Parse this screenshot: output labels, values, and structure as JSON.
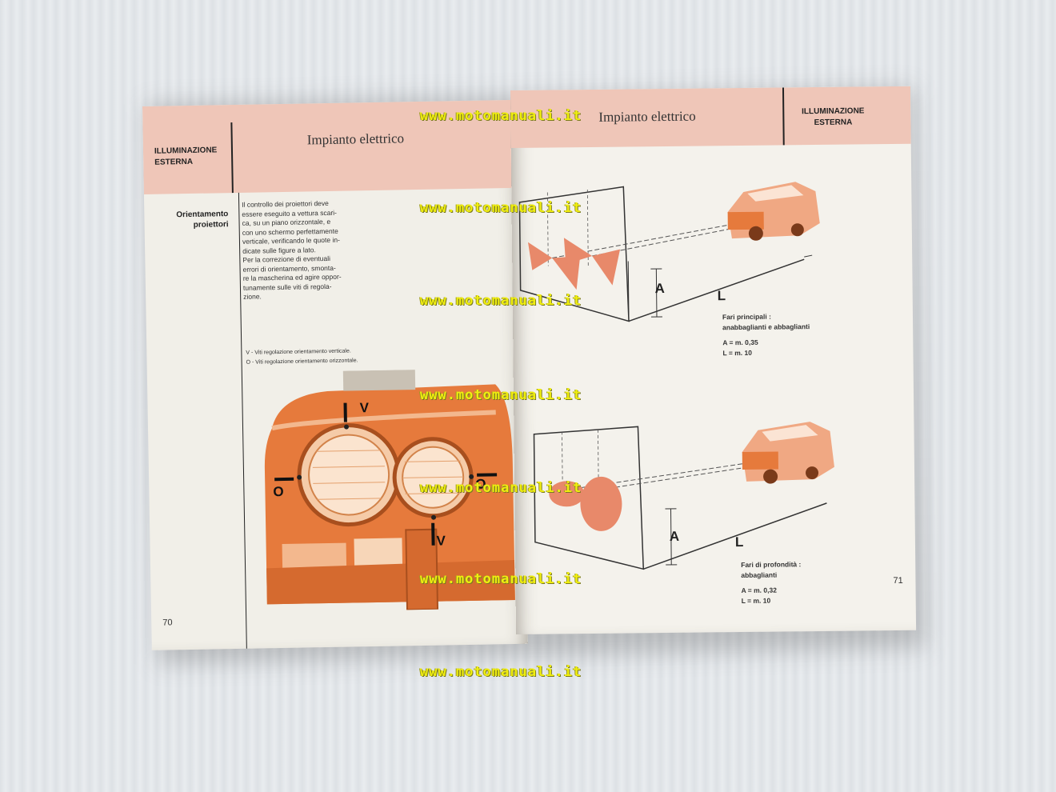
{
  "left_page": {
    "section_label_1": "ILLUMINAZIONE",
    "section_label_2": "ESTERNA",
    "title": "Impianto elettrico",
    "subheading_1": "Orientamento",
    "subheading_2": "proiettori",
    "body_lines": [
      "Il controllo dei proiettori deve",
      "essere eseguito a vettura scari-",
      "ca, su un piano orizzontale, e",
      "con uno schermo perfettamente",
      "verticale, verificando le quote in-",
      "dicate sulle figure a lato.",
      "Per la correzione di eventuali",
      "errori di orientamento, smonta-",
      "re la mascherina ed agire oppor-",
      "tunamente sulle viti di regola-",
      "zione."
    ],
    "legend_v": "V - Viti regolazione orientamento verticale.",
    "legend_o": "O - Viti regolazione orientamento orizzontale.",
    "marker_v": "V",
    "marker_o": "O",
    "page_number": "70"
  },
  "right_page": {
    "title": "Impianto elettrico",
    "section_label_1": "ILLUMINAZIONE",
    "section_label_2": "ESTERNA",
    "label_a": "A",
    "label_l": "L",
    "fig1_caption_1": "Fari principali :",
    "fig1_caption_2": "anabbaglianti e abbaglianti",
    "fig1_a": "A = m. 0,35",
    "fig1_l": "L = m. 10",
    "fig2_caption_1": "Fari di profondità :",
    "fig2_caption_2": "abbaglianti",
    "fig2_a": "A = m. 0,32",
    "fig2_l": "L = m. 10",
    "page_number": "71"
  },
  "watermark": "www.motomanuali.it",
  "colors": {
    "band": "#efc6b8",
    "orange_print": "#e67a3c",
    "watermark": "#f0ee10"
  }
}
